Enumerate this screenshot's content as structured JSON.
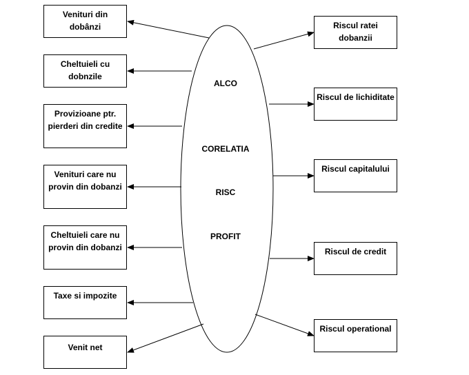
{
  "center": {
    "labels": [
      "ALCO",
      "CORELATIA",
      "RISC",
      "PROFIT"
    ]
  },
  "left_boxes": [
    "Venituri din dobânzi",
    "Cheltuieli cu dobnzile",
    "Provizioane ptr. pierderi din credite",
    "Venituri care nu provin din dobanzi",
    "Cheltuieli care nu provin din dobanzi",
    "Taxe si impozite",
    "Venit net"
  ],
  "right_boxes": [
    "Riscul ratei dobanzii",
    "Riscul de lichiditate",
    "Riscul capitalului",
    "Riscul de credit",
    "Riscul operational"
  ],
  "colors": {
    "stroke": "#000000",
    "background": "#ffffff"
  }
}
